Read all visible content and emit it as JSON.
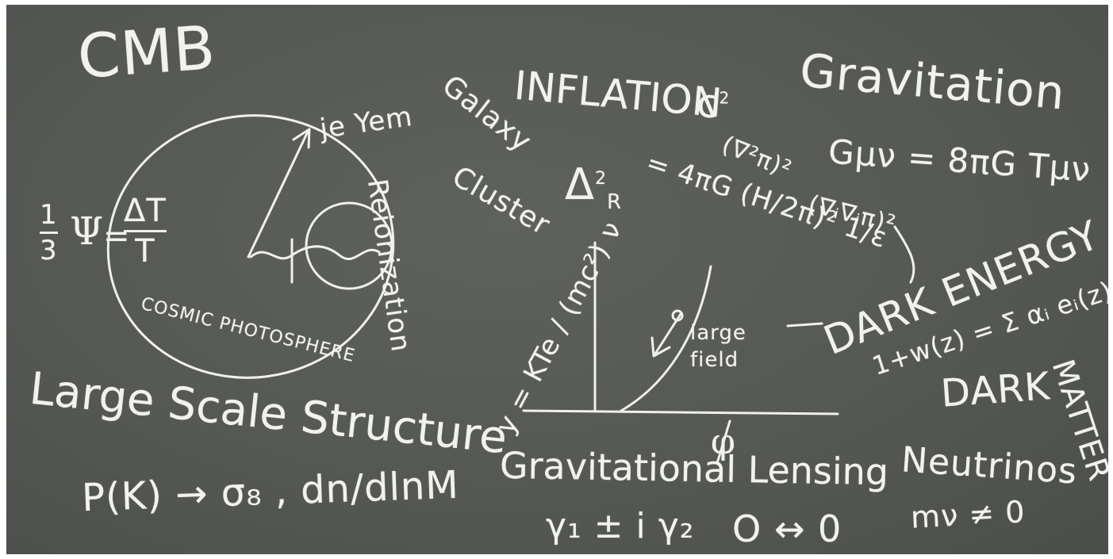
{
  "board": {
    "cmb": "CMB",
    "je_yem": "je Yem",
    "cmb_eq_lhs_num": "1",
    "cmb_eq_lhs_den": "3",
    "cmb_eq_psi": "Ψ",
    "cmb_eq_eq": "=",
    "cmb_eq_rhs_num": "ΔT",
    "cmb_eq_rhs_den": "T",
    "cosmic_photosphere": "COSMIC PHOTOSPHERE",
    "reionization": "Reionization",
    "galaxy": "Galaxy",
    "cluster": "Cluster",
    "sz_eq": "y = KTe / (mc²) ν",
    "inflation": "INFLATION",
    "delta_r": "Δ",
    "delta_r_sub": "R",
    "delta_r_sup": "2",
    "delta_r_eq": "= 4πG (H/2π)² 1/ε",
    "large_field": "large field",
    "phi": "φ",
    "c_sq": "c",
    "c_sq_sup": "2",
    "nabla_terms": "(∇²π)²",
    "nabla_terms2": "(∇ᵢ∇ⱼπ)²",
    "gravitation": "Gravitation",
    "einstein_eq": "Gμν = 8πG Tμν",
    "dark_energy": "DARK ENERGY",
    "dark_energy_eq": "1+w(z) = Σ αᵢ eᵢ(z)",
    "dark": "DARK",
    "matter": "MATTER",
    "lss": "Large Scale Structure",
    "lss_eq": "P(K) → σ₈ , dn/dlnM",
    "grav_lensing": "Gravitational Lensing",
    "lensing_eq": "γ₁ ± i γ₂",
    "lensing_shapes": "O ↔ 0",
    "neutrinos": "Neutrinos",
    "neutrino_eq": "mν ≠ 0"
  }
}
